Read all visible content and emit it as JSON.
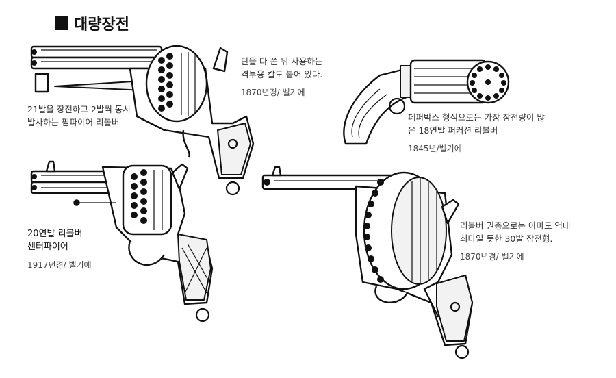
{
  "title": "대량장전",
  "colors": {
    "ink": "#111111",
    "paper": "#ffffff",
    "text": "#333333"
  },
  "illustrations": [
    {
      "name": "pinfire-21-shot",
      "icon": "pinfire-revolver-illustration"
    },
    {
      "name": "pepperbox-18-shot",
      "icon": "pepperbox-revolver-illustration"
    },
    {
      "name": "centerfire-20-shot",
      "icon": "centerfire-revolver-illustration"
    },
    {
      "name": "revolver-30-shot",
      "icon": "large-cylinder-revolver-illustration"
    }
  ],
  "captions": {
    "knife": {
      "lines": [
        "탄을 다 쏜 뒤 사용하는",
        "격투용 칼도 붙어 있다."
      ],
      "date": "1870년경/ 벨기에"
    },
    "pinfire": {
      "lines": [
        "21발을 장전하고 2발씩 동시",
        "발사하는 핌파이어 리볼버"
      ]
    },
    "pepperbox": {
      "lines": [
        "페퍼박스 형식으로는 가장 장전량이 많",
        "은 18연발 퍼커션 리볼버"
      ],
      "date": "1845년/벨기에"
    },
    "centerfire": {
      "lines": [
        "20연발 리볼버",
        "센터파이어"
      ],
      "date": "1917년경/ 벨기에"
    },
    "largest": {
      "lines": [
        "리볼버 권총으로는 아마도 역대",
        "최다일 듯한 30발 장전형."
      ],
      "date": "1870년경/ 벨기에"
    }
  }
}
